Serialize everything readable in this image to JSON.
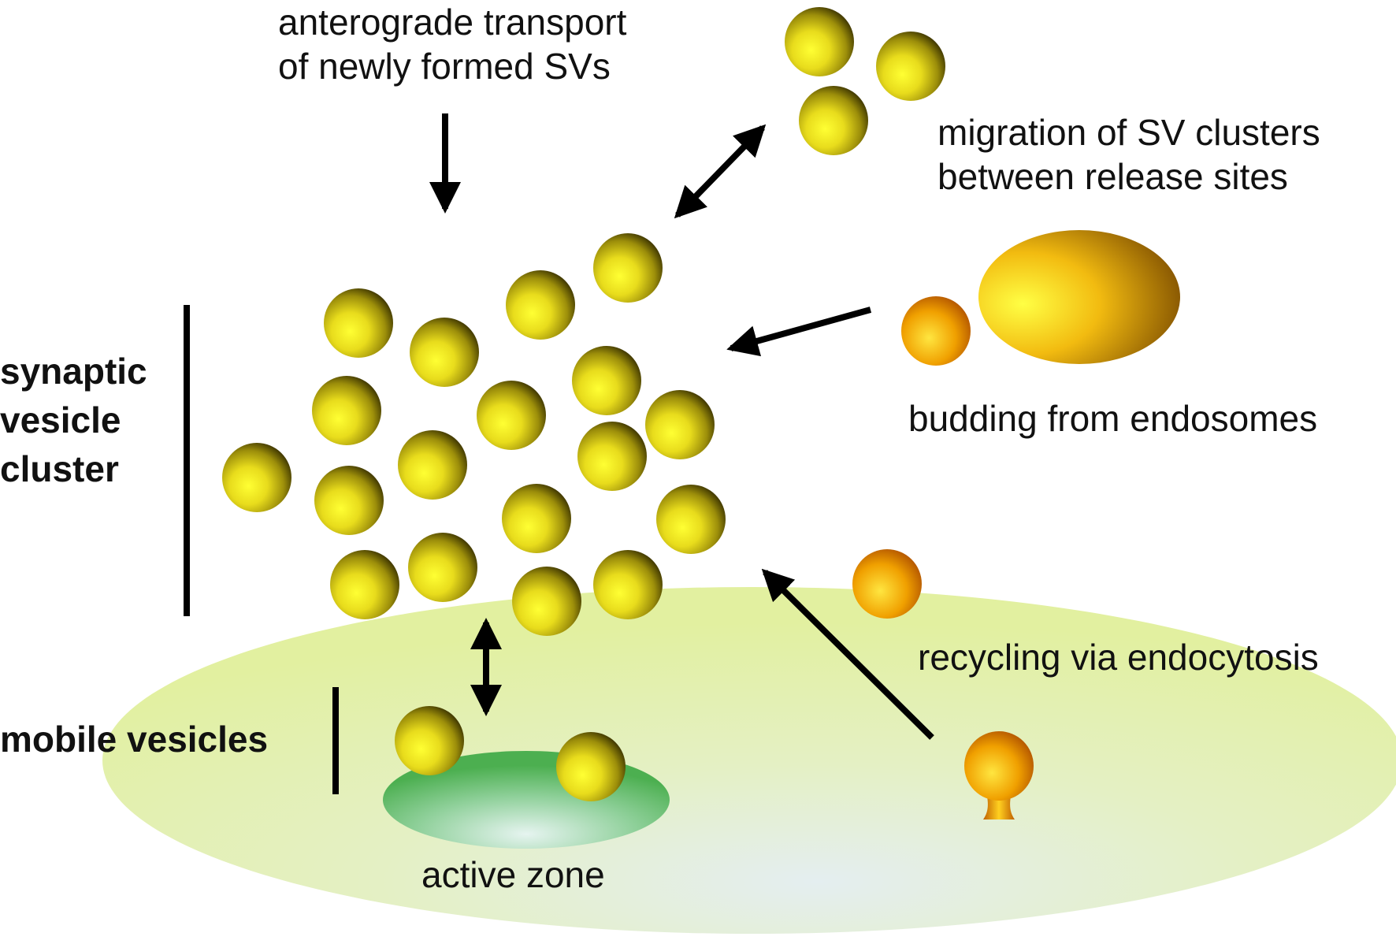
{
  "labels": {
    "anterograde": [
      "anterograde transport",
      "of newly formed SVs"
    ],
    "migration": [
      "migration of SV clusters",
      "between release sites"
    ],
    "budding": "budding from endosomes",
    "recycling": "recycling via endocytosis",
    "cluster": [
      "synaptic",
      "vesicle",
      "cluster"
    ],
    "mobile": "mobile vesicles",
    "active_zone": "active zone"
  },
  "colors": {
    "vesicle_core": "#ffff33",
    "vesicle_mid": "#d2c40d",
    "vesicle_edge": "#3a3200",
    "endosome": "#f5b000",
    "recycling_vesicle": "#e07800",
    "membrane": "#e2f0a2",
    "active_zone": "#4caf50",
    "arrow": "#000000"
  },
  "icons": {
    "vesicle": "sphere",
    "endosome": "ellipsoid-with-bud",
    "endocytic_pit": "omega-shape"
  }
}
